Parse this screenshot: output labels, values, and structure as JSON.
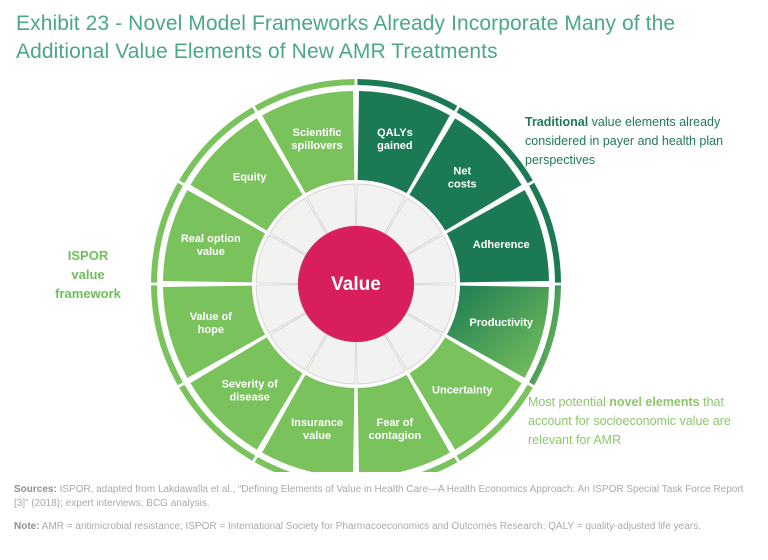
{
  "title": "Exhibit 23 - Novel Model Frameworks Already Incorporate Many of the Additional Value Elements of New AMR Treatments",
  "colors": {
    "title_green": "#4aa886",
    "dark_green": "#1b7a54",
    "light_green": "#7ac35c",
    "center_pink": "#d81e5b",
    "mid_ring": "#f2f2f0",
    "footer_gray": "#a9a9a9"
  },
  "chart_data": {
    "type": "pie",
    "title": "ISPOR value framework",
    "center_label": "Value",
    "legend_position": "right",
    "categories": [
      "QALYs gained",
      "Net costs",
      "Adherence",
      "Productivity",
      "Uncertainty",
      "Fear of contagion",
      "Insurance value",
      "Severity of disease",
      "Value of hope",
      "Real option value",
      "Equity",
      "Scientific spillovers"
    ],
    "values": [
      1,
      1,
      1,
      1,
      1,
      1,
      1,
      1,
      1,
      1,
      1,
      1
    ],
    "segments": [
      {
        "label": "QALYs gained",
        "label_lines": [
          "QALYs",
          "gained"
        ],
        "group": "traditional",
        "start_deg": 0,
        "end_deg": 30
      },
      {
        "label": "Net costs",
        "label_lines": [
          "Net",
          "costs"
        ],
        "group": "traditional",
        "start_deg": 30,
        "end_deg": 60
      },
      {
        "label": "Adherence",
        "label_lines": [
          "Adherence"
        ],
        "group": "traditional",
        "start_deg": 60,
        "end_deg": 90
      },
      {
        "label": "Productivity",
        "label_lines": [
          "Productivity"
        ],
        "group": "transition",
        "start_deg": 90,
        "end_deg": 120
      },
      {
        "label": "Uncertainty",
        "label_lines": [
          "Uncertainty"
        ],
        "group": "novel",
        "start_deg": 120,
        "end_deg": 150
      },
      {
        "label": "Fear of contagion",
        "label_lines": [
          "Fear of",
          "contagion"
        ],
        "group": "novel",
        "start_deg": 150,
        "end_deg": 180
      },
      {
        "label": "Insurance value",
        "label_lines": [
          "Insurance",
          "value"
        ],
        "group": "novel",
        "start_deg": 180,
        "end_deg": 210
      },
      {
        "label": "Severity of disease",
        "label_lines": [
          "Severity of",
          "disease"
        ],
        "group": "novel",
        "start_deg": 210,
        "end_deg": 240
      },
      {
        "label": "Value of hope",
        "label_lines": [
          "Value of",
          "hope"
        ],
        "group": "novel",
        "start_deg": 240,
        "end_deg": 270
      },
      {
        "label": "Real option value",
        "label_lines": [
          "Real option",
          "value"
        ],
        "group": "novel",
        "start_deg": 270,
        "end_deg": 300
      },
      {
        "label": "Equity",
        "label_lines": [
          "Equity"
        ],
        "group": "novel",
        "start_deg": 300,
        "end_deg": 330
      },
      {
        "label": "Scientific spillovers",
        "label_lines": [
          "Scientific",
          "spillovers"
        ],
        "group": "novel",
        "start_deg": 330,
        "end_deg": 360
      }
    ]
  },
  "annotations": {
    "ispor": {
      "lines": [
        "ISPOR",
        "value",
        "framework"
      ]
    },
    "traditional": {
      "bold": "Traditional",
      "rest": " value elements already considered in payer and health plan perspectives"
    },
    "novel": {
      "pre": "Most potential ",
      "bold": "novel elements",
      "rest": " that account for socioeconomic value are relevant for AMR"
    }
  },
  "footer": {
    "sources_label": "Sources:",
    "sources_text": " ISPOR, adapted from Lakdawalla et al., “Defining Elements of Value in Health Care—A Health Economics Approach: An ISPOR Special Task Force Report [3]” (2018); expert interviews; BCG analysis.",
    "note_label": "Note:",
    "note_text": " AMR = antimicrobial resistance; ISPOR = International Society for Pharmacoeconomics and Outcomes Research; QALY = quality-adjusted life years."
  }
}
